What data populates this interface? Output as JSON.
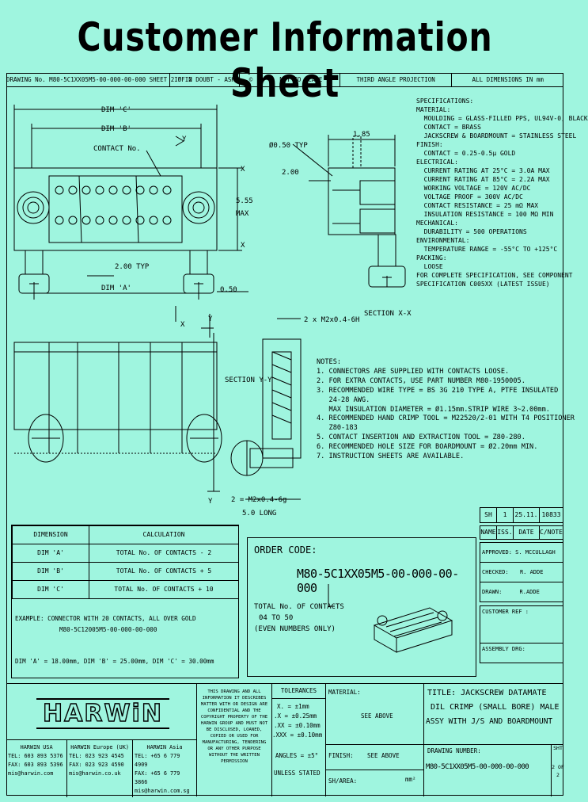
{
  "title": "Customer Information Sheet",
  "header": {
    "drawing_no": "DRAWING No. M80-5C1XX05M5-00-000-00-000 SHEET 2 OF 2",
    "doubt": "IF IN DOUBT - ASK",
    "copyright": "©",
    "scale": "NOT TO SCALE",
    "projection": "THIRD ANGLE PROJECTION",
    "dimensions": "ALL DIMENSIONS IN mm"
  },
  "drawing_labels": {
    "dim_c": "DIM 'C'",
    "dim_b": "DIM 'B'",
    "dim_a": "DIM 'A'",
    "contact_no": "CONTACT No.",
    "pitch": "2.00 TYP",
    "height": "5.55",
    "height_max": "MAX",
    "offset": "0.50",
    "x_mark": "X",
    "y_mark": "Y",
    "dia": "Ø0.50 TYP",
    "width_185": "1.85",
    "dim_200": "2.00",
    "section_xx": "SECTION X-X",
    "thread_top": "2 x M2x0.4-6H",
    "section_yy": "SECTION Y-Y",
    "thread_bottom": "2 = M2x0.4-6g",
    "thread_len": "5.0 LONG"
  },
  "specs": [
    "SPECIFICATIONS:",
    "MATERIAL:",
    "  MOULDING = GLASS-FILLED PPS, UL94V-0, BLACK",
    "  CONTACT = BRASS",
    "  JACKSCREW & BOARDMOUNT = STAINLESS STEEL",
    "FINISH:",
    "  CONTACT = 0.25-0.5μ GOLD",
    "ELECTRICAL:",
    "  CURRENT RATING AT 25°C = 3.0A MAX",
    "  CURRENT RATING AT 85°C = 2.2A MAX",
    "  WORKING VOLTAGE = 120V AC/DC",
    "  VOLTAGE PROOF = 300V AC/DC",
    "  CONTACT RESISTANCE = 25 mΩ MAX",
    "  INSULATION RESISTANCE = 100 MΩ MIN",
    "MECHANICAL:",
    "  DURABILITY = 500 OPERATIONS",
    "ENVIRONMENTAL:",
    "  TEMPERATURE RANGE = -55°C TO +125°C",
    "PACKING:",
    "  LOOSE",
    "FOR COMPLETE SPECIFICATION, SEE COMPONENT",
    "SPECIFICATION C005XX (LATEST ISSUE)"
  ],
  "notes": [
    "NOTES:",
    "1. CONNECTORS ARE SUPPLIED WITH CONTACTS LOOSE.",
    "2. FOR EXTRA CONTACTS, USE PART NUMBER M80-1950005.",
    "3. RECOMMENDED WIRE TYPE = BS 3G 210 TYPE A, PTFE INSULATED",
    "   24-28 AWG.",
    "   MAX INSULATION DIAMETER = Ø1.15mm.STRIP WIRE 3~2.00mm.",
    "4. RECOMMENDED HAND CRIMP TOOL = M22520/2-01 WITH T4 POSITIONER",
    "   Z80-183",
    "5. CONTACT INSERTION AND EXTRACTION TOOL = Z80-280.",
    "6. RECOMMENDED HOLE SIZE FOR BOARDMOUNT = Ø2.20mm MIN.",
    "7. INSTRUCTION SHEETS ARE AVAILABLE."
  ],
  "calc_table": {
    "headers": [
      "DIMENSION",
      "CALCULATION"
    ],
    "rows": [
      [
        "DIM 'A'",
        "TOTAL No. OF CONTACTS - 2"
      ],
      [
        "DIM 'B'",
        "TOTAL No. OF CONTACTS + 5"
      ],
      [
        "DIM 'C'",
        "TOTAL No. OF CONTACTS + 10"
      ]
    ],
    "example1": "EXAMPLE: CONNECTOR WITH 20 CONTACTS, ALL OVER GOLD",
    "example2": "M80-5C12005M5-00-000-00-000",
    "example3": "DIM 'A' = 18.00mm, DIM 'B' = 25.00mm, DIM 'C' = 30.00mm"
  },
  "order": {
    "label": "ORDER CODE:",
    "code": "M80-5C1XX05M5-00-000-00-000",
    "total": "TOTAL No. OF CONTACTS",
    "range": "04 TO 50",
    "even": "(EVEN NUMBERS ONLY)"
  },
  "issue_block": {
    "row1": [
      "SH",
      "1",
      "25.11.",
      "10833"
    ],
    "row2": [
      "NAME",
      "ISS.",
      "DATE",
      "C/NOTE"
    ],
    "approved": "APPROVED: S. MCCULLAGH",
    "checked_label": "CHECKED:",
    "checked": "R. ADDE",
    "drawn_label": "DRAWN:",
    "drawn": "R.ADDE",
    "customer_ref": "CUSTOMER REF :",
    "assembly_drg": "ASSEMBLY DRG:"
  },
  "footer": {
    "brand": "HARWiN",
    "offices": [
      {
        "name": "HARWIN USA",
        "tel": "TEL: 603 893 5376",
        "fax": "FAX: 603 893 5396",
        "email": "mis@harwin.com"
      },
      {
        "name": "HARWIN Europe (UK)",
        "tel": "TEL: 023 923 4545",
        "fax": "FAX: 023 923 4590",
        "email": "mis@harwin.co.uk"
      },
      {
        "name": "HARWIN Asia",
        "tel": "TEL: +65 6 779 4909",
        "fax": "FAX: +65 6 779 3866",
        "email": "mis@harwin.com.sg"
      }
    ],
    "disclaimer": "THIS DRAWING AND ALL INFORMATION IT DESCRIBES MATTER WITH OR DESIGN ARE CONFIDENTIAL AND THE COPYRIGHT PROPERTY OF THE HARWIN GROUP AND MUST NOT BE DISCLOSED, LOANED, COPIED OR USED FOR MANUFACTURING, TENDERING OR ANY OTHER PURPOSE WITHOUT THE WRITTEN PERMISSION",
    "tolerances_title": "TOLERANCES",
    "tolerances": [
      "X. = ±1mm",
      ".X = ±0.25mm",
      ".XX = ±0.10mm",
      ".XXX = ±0.10mm"
    ],
    "angles": "ANGLES = ±5°",
    "unless": "UNLESS STATED",
    "material_label": "MATERIAL:",
    "material_value": "SEE ABOVE",
    "finish_label": "FINISH:",
    "finish_value": "SEE ABOVE",
    "sheet_area_label": "SH/AREA:",
    "sheet_area_unit": "mm²",
    "title_label": "TITLE: JACKSCREW DATAMATE",
    "title_line2": "DIL CRIMP (SMALL BORE) MALE",
    "title_line3": "ASSY WITH J/S AND BOARDMOUNT",
    "drawing_number_label": "DRAWING NUMBER:",
    "drawing_number": "M80-5C1XX05M5-00-000-00-000",
    "sht_label": "SHT",
    "sht_value": "2 OF 2"
  }
}
